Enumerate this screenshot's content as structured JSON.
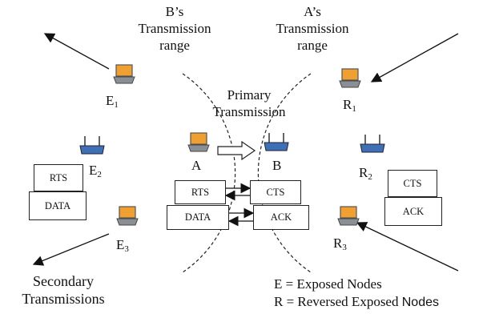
{
  "ranges": {
    "b_range": [
      "B’s",
      "Transmission",
      "range"
    ],
    "a_range": [
      "A’s",
      "Transmission",
      "range"
    ]
  },
  "primary": {
    "title_line1": "Primary",
    "title_line2": "Transmission",
    "node_a": "A",
    "node_b": "B"
  },
  "nodes": {
    "e1": {
      "letter": "E",
      "sub": "1"
    },
    "e2": {
      "letter": "E",
      "sub": "2"
    },
    "e3": {
      "letter": "E",
      "sub": "3"
    },
    "r1": {
      "letter": "R",
      "sub": "1"
    },
    "r2": {
      "letter": "R",
      "sub": "2"
    },
    "r3": {
      "letter": "R",
      "sub": "3"
    }
  },
  "frames": {
    "center_rts": "RTS",
    "center_cts": "CTS",
    "center_data": "DATA",
    "center_ack": "ACK",
    "left_rts": "RTS",
    "left_data": "DATA",
    "right_cts": "CTS",
    "right_ack": "ACK"
  },
  "secondary": {
    "line1": "Secondary",
    "line2": "Transmissions"
  },
  "legend": {
    "exposed": "E = Exposed Nodes",
    "reversed_prefix": "R = Reversed Exposed ",
    "reversed_suffix": "Nodes"
  },
  "colors": {
    "laptop_screen": "#f0a030",
    "laptop_body": "#8a8f96",
    "router_body": "#3f6fb5",
    "line": "#111111"
  }
}
